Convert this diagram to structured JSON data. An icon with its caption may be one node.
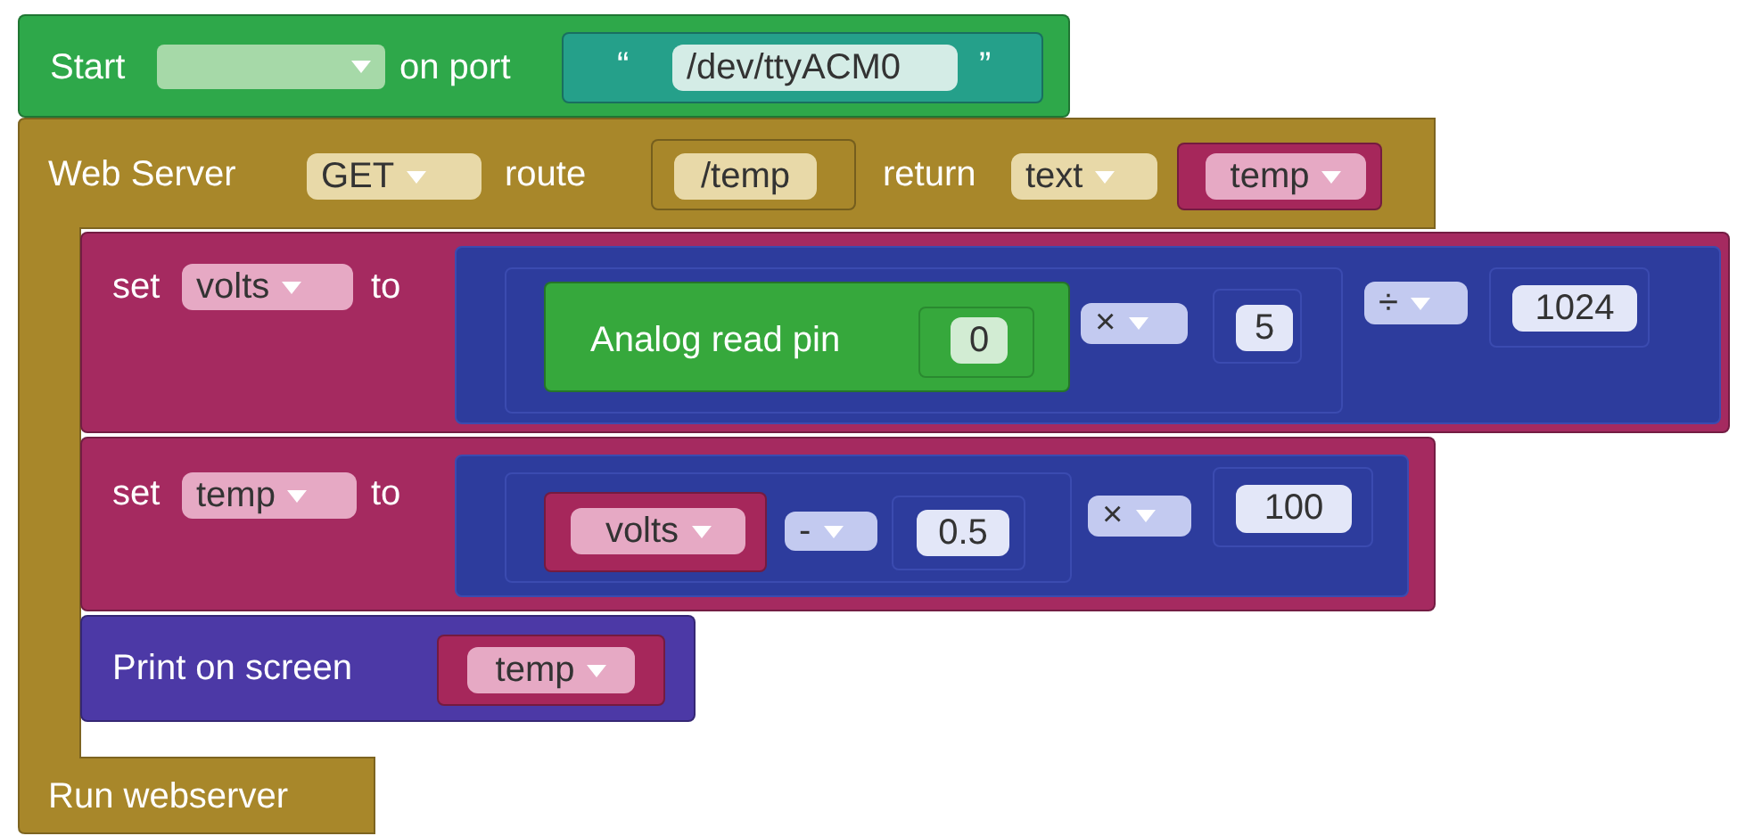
{
  "diagram": {
    "nodes": [
      {
        "text": [
          "Start",
          "on port"
        ]
      },
      {
        "text": [],
        "shape": "box",
        "in": 0
      },
      {
        "text": [
          "“",
          "”"
        ],
        "in": 0
      },
      {
        "text": [
          "/dev/ttyACM0"
        ],
        "in": 2
      },
      {
        "text": [
          "Web Server",
          "route",
          "return",
          "Run webserver"
        ]
      },
      {
        "text": [
          "GET"
        ],
        "in": 4
      },
      {
        "text": [
          "/temp"
        ],
        "in": 4
      },
      {
        "text": [
          "text"
        ],
        "in": 4
      },
      {
        "text": [
          "temp"
        ],
        "in": 4
      },
      {
        "text": [
          "set",
          "to"
        ]
      },
      {
        "text": [
          "volts"
        ],
        "in": 9
      },
      {
        "text": [],
        "shape": "box",
        "in": 9
      },
      {
        "text": [],
        "shape": "box",
        "in": 11
      },
      {
        "text": [
          "Analog read pin"
        ],
        "in": 12
      },
      {
        "text": [
          "0"
        ],
        "in": 13
      },
      {
        "text": [
          "×"
        ],
        "in": 12
      },
      {
        "text": [
          "5"
        ],
        "in": 12
      },
      {
        "text": [
          "÷"
        ],
        "in": 11
      },
      {
        "text": [
          "1024"
        ],
        "in": 11
      },
      {
        "text": [
          "set",
          "to"
        ],
        "in": 4
      },
      {
        "text": [
          "temp"
        ],
        "in": 19
      },
      {
        "text": [],
        "shape": "box",
        "in": 19
      },
      {
        "text": [],
        "shape": "box",
        "in": 21
      },
      {
        "text": [
          "volts"
        ],
        "in": 22
      },
      {
        "text": [
          "-"
        ],
        "in": 22
      },
      {
        "text": [
          "0.5"
        ],
        "in": 22
      },
      {
        "text": [
          "×"
        ],
        "in": 21
      },
      {
        "text": [
          "100"
        ],
        "in": 21
      },
      {
        "text": [
          "Print on screen"
        ],
        "in": 4
      },
      {
        "text": [
          "temp"
        ],
        "in": 28
      }
    ]
  }
}
